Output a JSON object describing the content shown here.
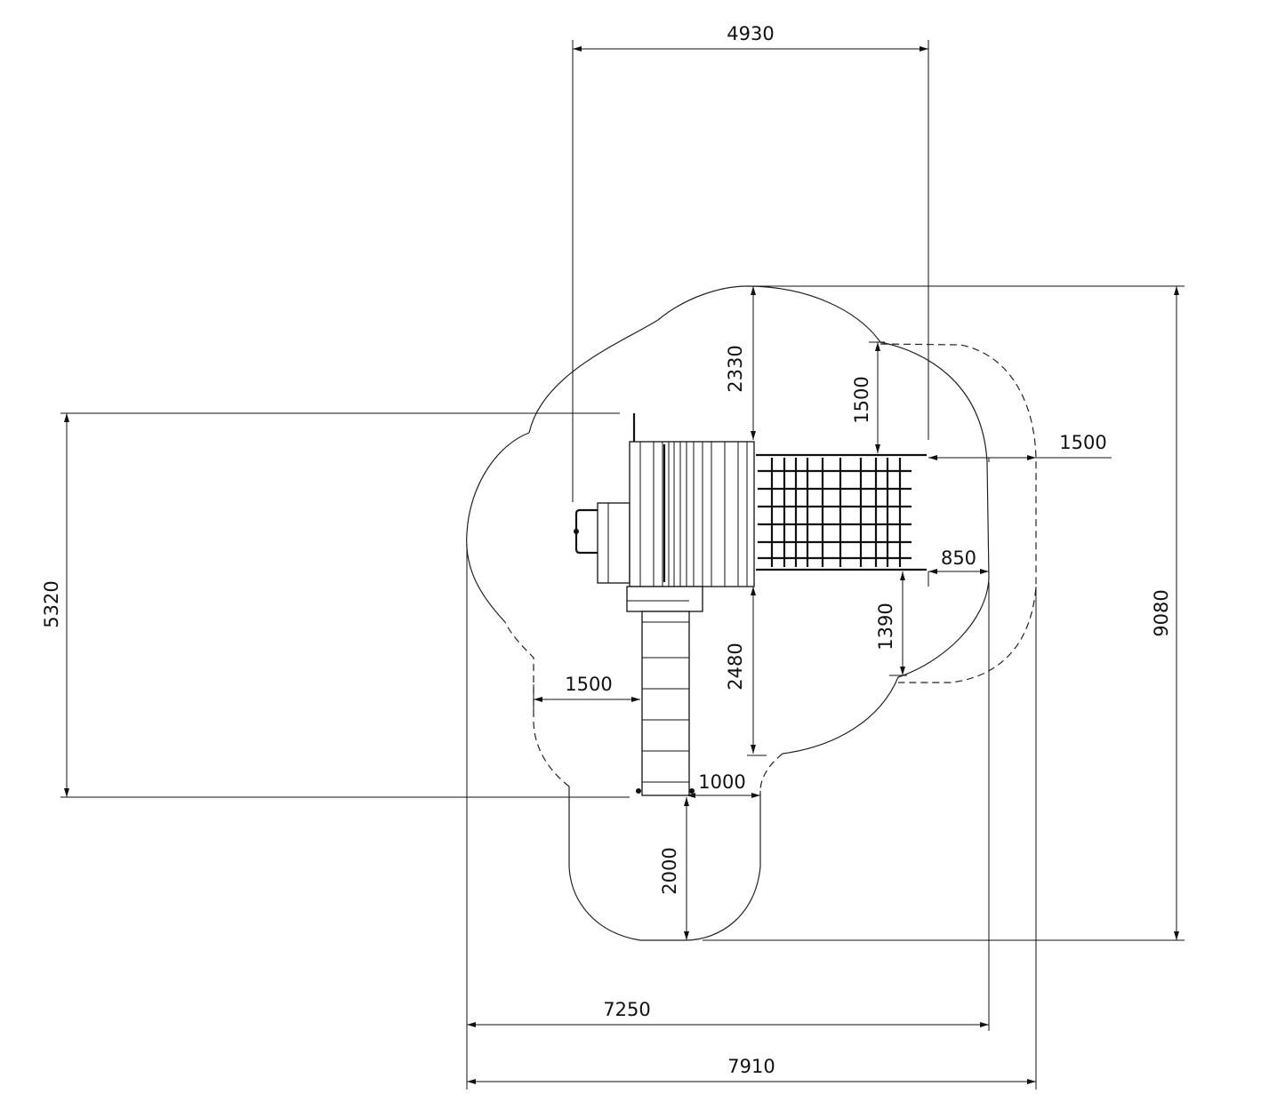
{
  "drawing": {
    "type": "playground equipment plan view with safety zone",
    "units": "mm",
    "dimensions": {
      "overall_top_width": "4930",
      "overall_height": "9080",
      "left_height": "5320",
      "width_inner": "7250",
      "width_outer": "7910",
      "top_clearance": "2330",
      "net_top_clearance": "1500",
      "net_side_clearance": "1500",
      "net_end_offset": "850",
      "net_bottom_clearance": "1390",
      "platform_bottom_clearance": "2480",
      "slide_left_clearance": "1500",
      "slide_right_clearance": "1000",
      "slide_exit_clearance": "2000"
    }
  }
}
